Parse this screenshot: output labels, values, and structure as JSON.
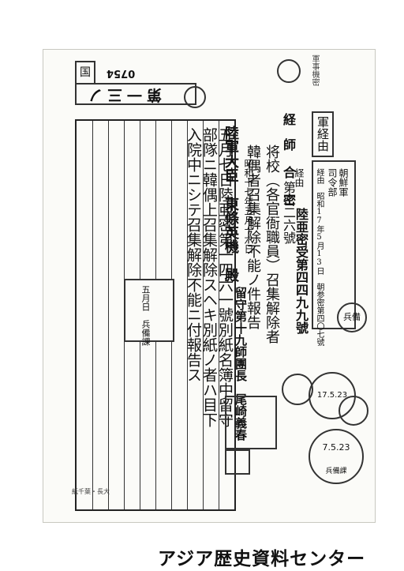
{
  "header": {
    "doc_number": "0754",
    "file_label": "第一三ノ",
    "top_left_stamp": "国",
    "top_right": "軍事機密"
  },
  "meta": {
    "route": "軍経由",
    "via_line1": "朝鮮軍",
    "via_line2": "司令部",
    "via_text": "経由　昭和17年5月13日　朝参密第四〇七號",
    "sent_to": "経由",
    "reference": "陸亜密受第四四九九號"
  },
  "letter": {
    "department": "経　師 合 密",
    "sender_code": "第二二六號",
    "title_line1": "将校（各官衙職員）召集解除者",
    "title_line2": "韓偶者召集解除不能ノ件報告",
    "date": "昭和十七年五月十六日",
    "addressee": "陸軍大臣　東條英機　殿",
    "sender": "留守第十九師團長　尾崎義春",
    "body_line1": "五月七日陸亜密第一四六一號別紙名簿中留守",
    "body_line2": "部隊ニ韓偶上召集解除スヘキ別紙ノ者ハ目下",
    "body_line3": "入院中ニシテ召集解除不能ニ付報告ス"
  },
  "stamps": {
    "date_stamp_1": "17.5.23",
    "date_stamp_2": "7.5.23",
    "received_stamp": "五月日　兵備課",
    "branch_stamp": "兵備",
    "bottom_stamp": "兵備課"
  },
  "footer": {
    "small_note": "紙千葉・長大",
    "center_label": "アジア歴史資料センター"
  }
}
